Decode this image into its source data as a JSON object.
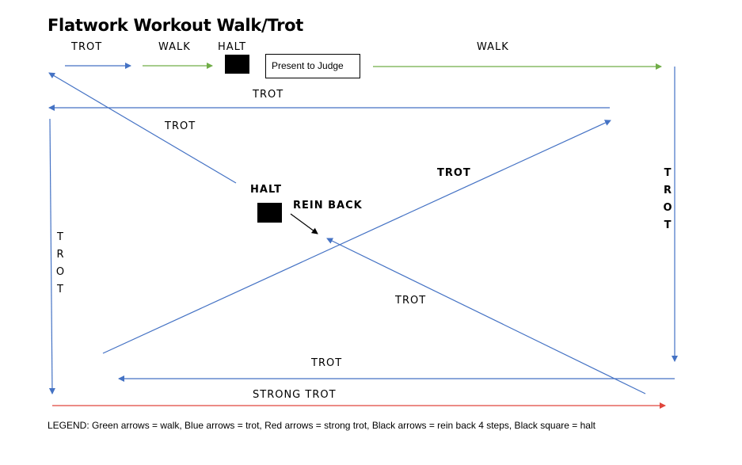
{
  "title": "Flatwork Workout Walk/Trot",
  "labels": {
    "trot_top_left": "TROT",
    "walk_top_left": "WALK",
    "halt_top": "HALT",
    "walk_top_right": "WALK",
    "trot_top_long": "TROT",
    "trot_diag_upper_left": "TROT",
    "trot_diag_center": "TROT",
    "halt_center": "HALT",
    "rein_back": "REIN BACK",
    "trot_right_vertical": "TROT",
    "trot_left_vertical": "TROT",
    "trot_diag_lower": "TROT",
    "trot_bottom": "TROT",
    "strong_trot": "STRONG TROT"
  },
  "present_to_judge": "Present to Judge",
  "legend": "LEGEND: Green arrows = walk, Blue arrows = trot, Red arrows = strong trot, Black arrows = rein back 4 steps, Black square = halt",
  "colors": {
    "walk": "#70ad47",
    "trot": "#4472c4",
    "strong_trot": "#e0463c",
    "rein_back": "#000000",
    "halt": "#000000"
  }
}
